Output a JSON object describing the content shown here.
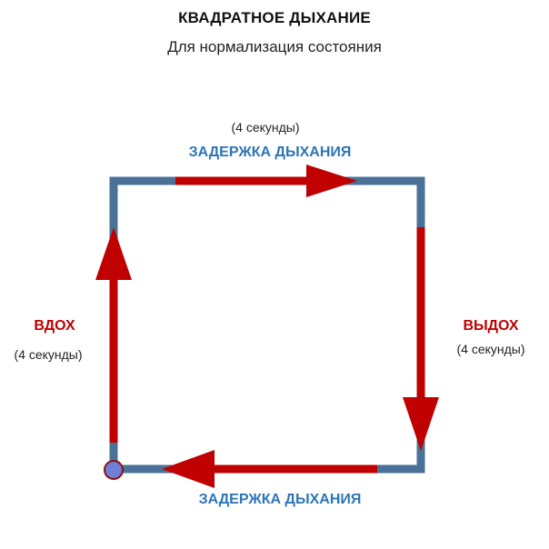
{
  "header": {
    "title": "КВАДРАТНОЕ ДЫХАНИЕ",
    "subtitle": "Для нормализация состояния"
  },
  "steps": {
    "top": {
      "label": "ЗАДЕРЖКА ДЫХАНИЯ",
      "duration": "(4 секунды)"
    },
    "right": {
      "label": "ВЫДОХ",
      "duration": "(4 секунды)"
    },
    "bottom": {
      "label": "ЗАДЕРЖКА ДЫХАНИЯ"
    },
    "left": {
      "label": "ВДОХ",
      "duration": "(4 секунды)"
    }
  },
  "colors": {
    "square_edge": "#4a7298",
    "arrow": "#c00000",
    "start_point": "#6f7fd6",
    "label_blue": "#2e75b6",
    "label_red": "#c00000"
  }
}
